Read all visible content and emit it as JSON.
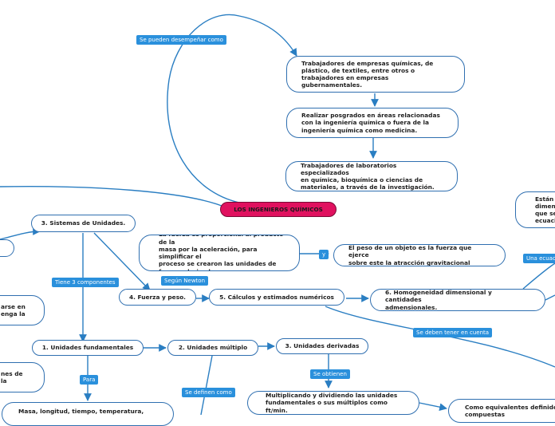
{
  "root": "LOS INGENIEROS QUÍMICOS",
  "nodes": {
    "trabajadores_empresas": "Trabajadores de empresas químicas, de\nplástico, de textiles, entre otros o\ntrabajadores en empresas\ngubernamentales.",
    "posgrados": "Realizar posgrados en áreas relacionadas\ncon la ingeniería química o fuera de la\ningeniería química como medicina.",
    "laboratorios": "Trabajadores de laboratorios especializados\nen química, bioquímica o ciencias de\nmateriales, a través de la investigación.",
    "sistemas_unidades": "3. Sistemas de Unidades.",
    "fuerza_def": "La fuerza es proporcional al producto de la\nmasa por la aceleración, para simplificar el\nproceso se crearon las unidades de\nfuerzas derivadas",
    "peso_def": "El peso de un objeto es la fuerza que ejerce\nsobre este la atracción gravitacional",
    "fuerza_peso": "4. Fuerza y peso.",
    "calculos": "5. Cálculos y estimados numéricos",
    "homogeneidad": "6. Homogeneidad dimensional y cantidades\nadmensionales.",
    "estan_dim": "Están d\ndimensi\nque se\necuació",
    "left_frag_1": "arse en\nenga la",
    "left_frag_2": "nes de la",
    "fundamentales": "1. Unidades fundamentales",
    "multiplo": "2. Unidades múltiplo",
    "derivadas": "3. Unidades derivadas",
    "multiplicando": "Multiplicando y dividiendo las unidades\nfundamentales o sus múltiplos como ft/min.",
    "equivalentes": "Como equivalentes definidos\ncompuestas",
    "masa_longitud": "Masa, longitud, tiempo, temperatura,"
  },
  "tags": {
    "desempenar": "Se pueden desempeñar como",
    "tiene3": "Tiene 3 componentes",
    "segun_newton": "Según Newton",
    "y": "y",
    "una_ecuacion": "Una ecuación",
    "deben_cuenta": "Se deben tener en cuenta",
    "para": "Para",
    "se_obtienen": "Se obtienen",
    "se_definen": "Se definen como"
  }
}
